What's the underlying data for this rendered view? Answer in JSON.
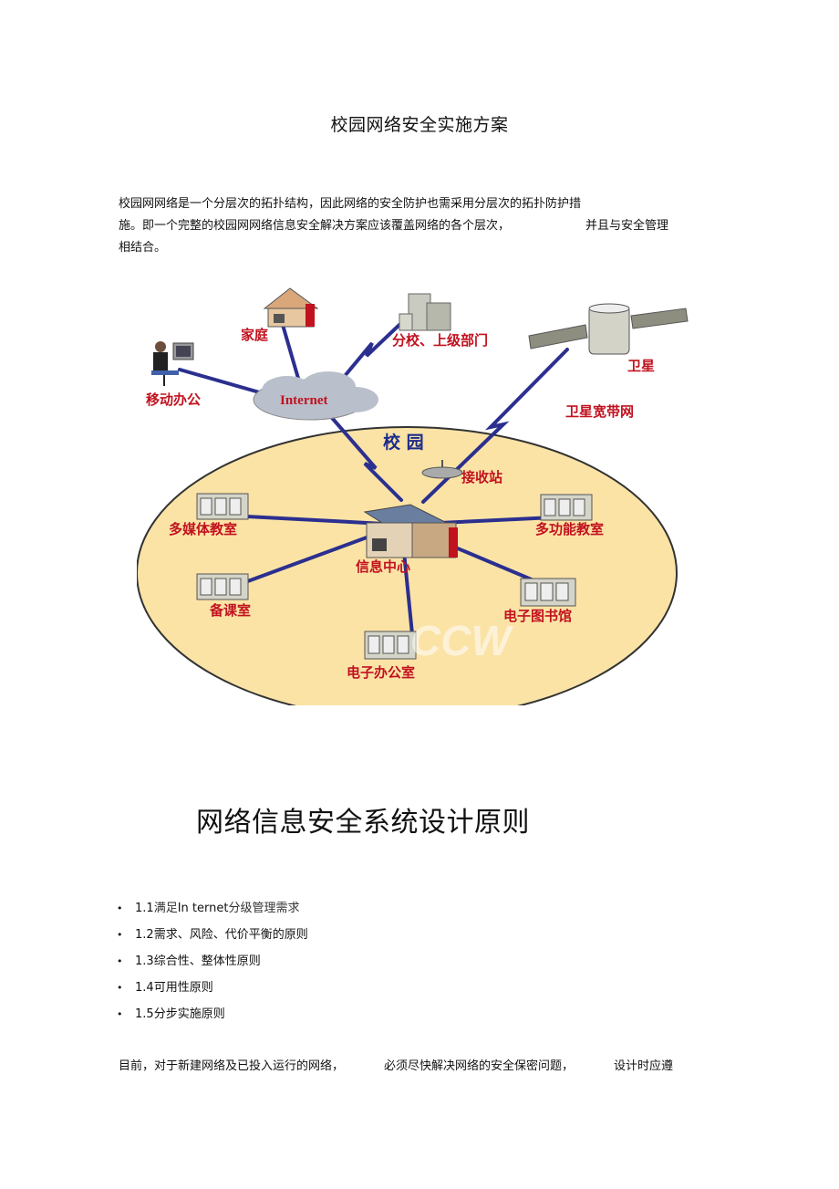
{
  "document": {
    "title": "校园网络安全实施方案",
    "intro": {
      "line1": "校园网网络是一个分层次的拓扑结构，因此网络的安全防护也需采用分层次的拓扑防护措",
      "line2_a": "施。即一个完整的校园网网络信息安全解决方案应该覆盖网络的各个层次，",
      "line2_b": "并且与安全管理",
      "line3": "相结合。"
    },
    "diagram": {
      "labels": {
        "home": "家庭",
        "branch": "分校、上级部门",
        "satellite": "卫星",
        "mobile": "移动办公",
        "internet": "Internet",
        "satellite_broadband": "卫星宽带网",
        "campus": "校 园",
        "receiver": "接收站",
        "multimedia_classroom": "多媒体教室",
        "multifunction_classroom": "多功能教室",
        "info_center": "信息中心",
        "prep_room": "备课室",
        "e_library": "电子图书馆",
        "e_office": "电子办公室",
        "watermark": "CCW"
      }
    },
    "heading": "网络信息安全系统设计原则",
    "principles": [
      {
        "num": "1.1",
        "text_a": "满足",
        "text_b": "In ternet",
        "text_c": "分级管理需求"
      },
      {
        "num": "1.2",
        "text": "需求、风险、代价平衡的原则"
      },
      {
        "num": "1.3",
        "text": "综合性、整体性原则"
      },
      {
        "num": "1.4",
        "text": "可用性原则"
      },
      {
        "num": "1.5",
        "text": "分步实施原则"
      }
    ],
    "bottom": {
      "part1": "目前，对于新建网络及已投入运行的网络，",
      "part2": "必须尽快解决网络的安全保密问题，",
      "part3": "设计时应遵"
    },
    "colors": {
      "campus_fill": "#fbe3a6",
      "link_blue": "#2b2f8f",
      "label_red": "#c1121f",
      "cloud": "#b9c0cc"
    }
  }
}
